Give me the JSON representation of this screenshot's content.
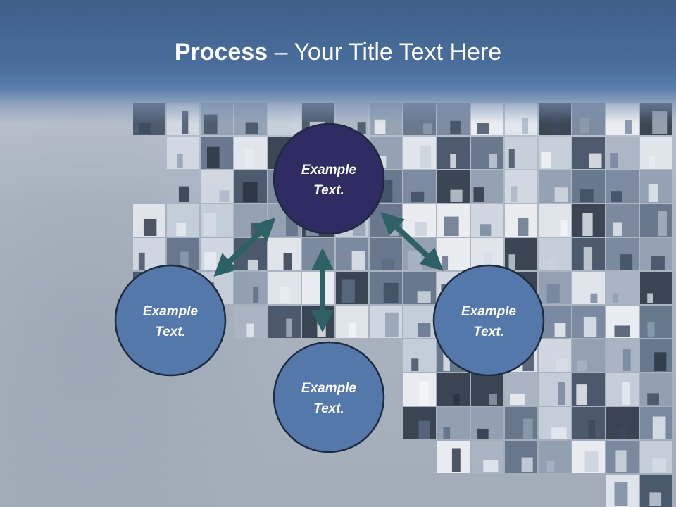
{
  "slide": {
    "title_bold": "Process",
    "title_separator": " – ",
    "title_rest": "Your Title Text Here"
  },
  "diagram": {
    "center": {
      "line1": "Example",
      "line2": "Text."
    },
    "left": {
      "line1": "Example",
      "line2": "Text."
    },
    "right": {
      "line1": "Example",
      "line2": "Text."
    },
    "bottom": {
      "line1": "Example",
      "line2": "Text."
    }
  },
  "colors": {
    "header": "#4a6e9d",
    "center_fill": "#2e2c63",
    "outer_fill": "#5478aa",
    "circle_stroke": "#1e2a3e",
    "arrow": "#2d6165",
    "title_text": "#ffffff"
  }
}
